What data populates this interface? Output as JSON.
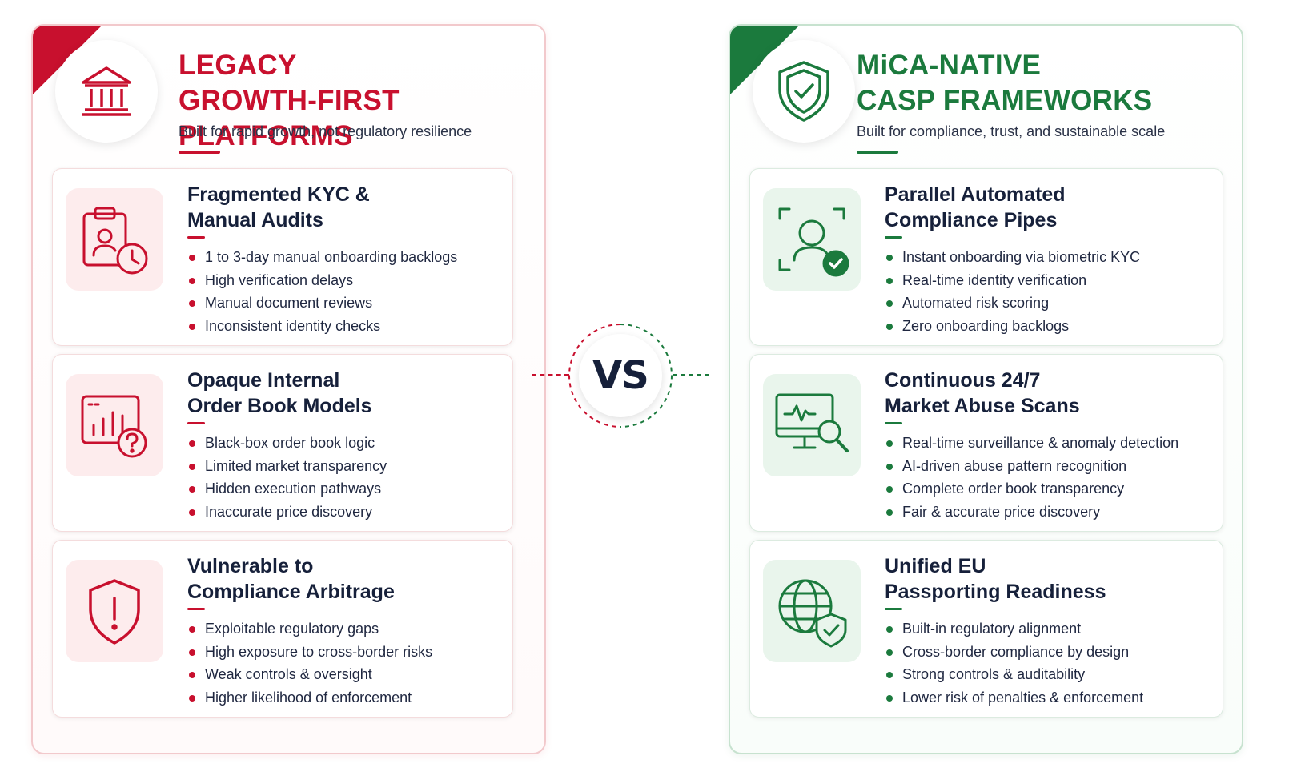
{
  "legacy": {
    "title_line1": "LEGACY",
    "title_line2": "GROWTH-FIRST PLATFORMS",
    "subtitle": "Built for rapid growth, not regulatory resilience",
    "accent_color": "#c8102e",
    "header_icon": "bank-building-icon",
    "cards": [
      {
        "title_line1": "Fragmented KYC &",
        "title_line2": "Manual Audits",
        "icon": "clipboard-user-clock-icon",
        "bullets": [
          "1 to 3-day manual onboarding backlogs",
          "High verification delays",
          "Manual document reviews",
          "Inconsistent identity checks"
        ]
      },
      {
        "title_line1": "Opaque Internal",
        "title_line2": "Order Book Models",
        "icon": "chart-question-icon",
        "bullets": [
          "Black-box order book logic",
          "Limited market transparency",
          "Hidden execution pathways",
          "Inaccurate price discovery"
        ]
      },
      {
        "title_line1": "Vulnerable to",
        "title_line2": "Compliance Arbitrage",
        "icon": "shield-alert-icon",
        "bullets": [
          "Exploitable regulatory gaps",
          "High exposure to cross-border risks",
          "Weak controls & oversight",
          "Higher likelihood of enforcement"
        ]
      }
    ]
  },
  "vs_label": "VS",
  "mica": {
    "title_line1": "MiCA-NATIVE",
    "title_line2": "CASP FRAMEWORKS",
    "subtitle": "Built for compliance, trust, and sustainable scale",
    "accent_color": "#1b7a3d",
    "header_icon": "shield-check-icon",
    "cards": [
      {
        "title_line1": "Parallel Automated",
        "title_line2": "Compliance Pipes",
        "icon": "face-scan-check-icon",
        "bullets": [
          "Instant onboarding via biometric KYC",
          "Real-time identity verification",
          "Automated risk scoring",
          "Zero onboarding backlogs"
        ]
      },
      {
        "title_line1": "Continuous 24/7",
        "title_line2": "Market Abuse Scans",
        "icon": "monitor-search-icon",
        "bullets": [
          "Real-time surveillance & anomaly detection",
          "AI-driven abuse pattern recognition",
          "Complete order book transparency",
          "Fair & accurate price discovery"
        ]
      },
      {
        "title_line1": "Unified EU",
        "title_line2": "Passporting Readiness",
        "icon": "globe-shield-icon",
        "bullets": [
          "Built-in regulatory alignment",
          "Cross-border compliance by design",
          "Strong controls & auditability",
          "Lower risk of penalties & enforcement"
        ]
      }
    ]
  }
}
